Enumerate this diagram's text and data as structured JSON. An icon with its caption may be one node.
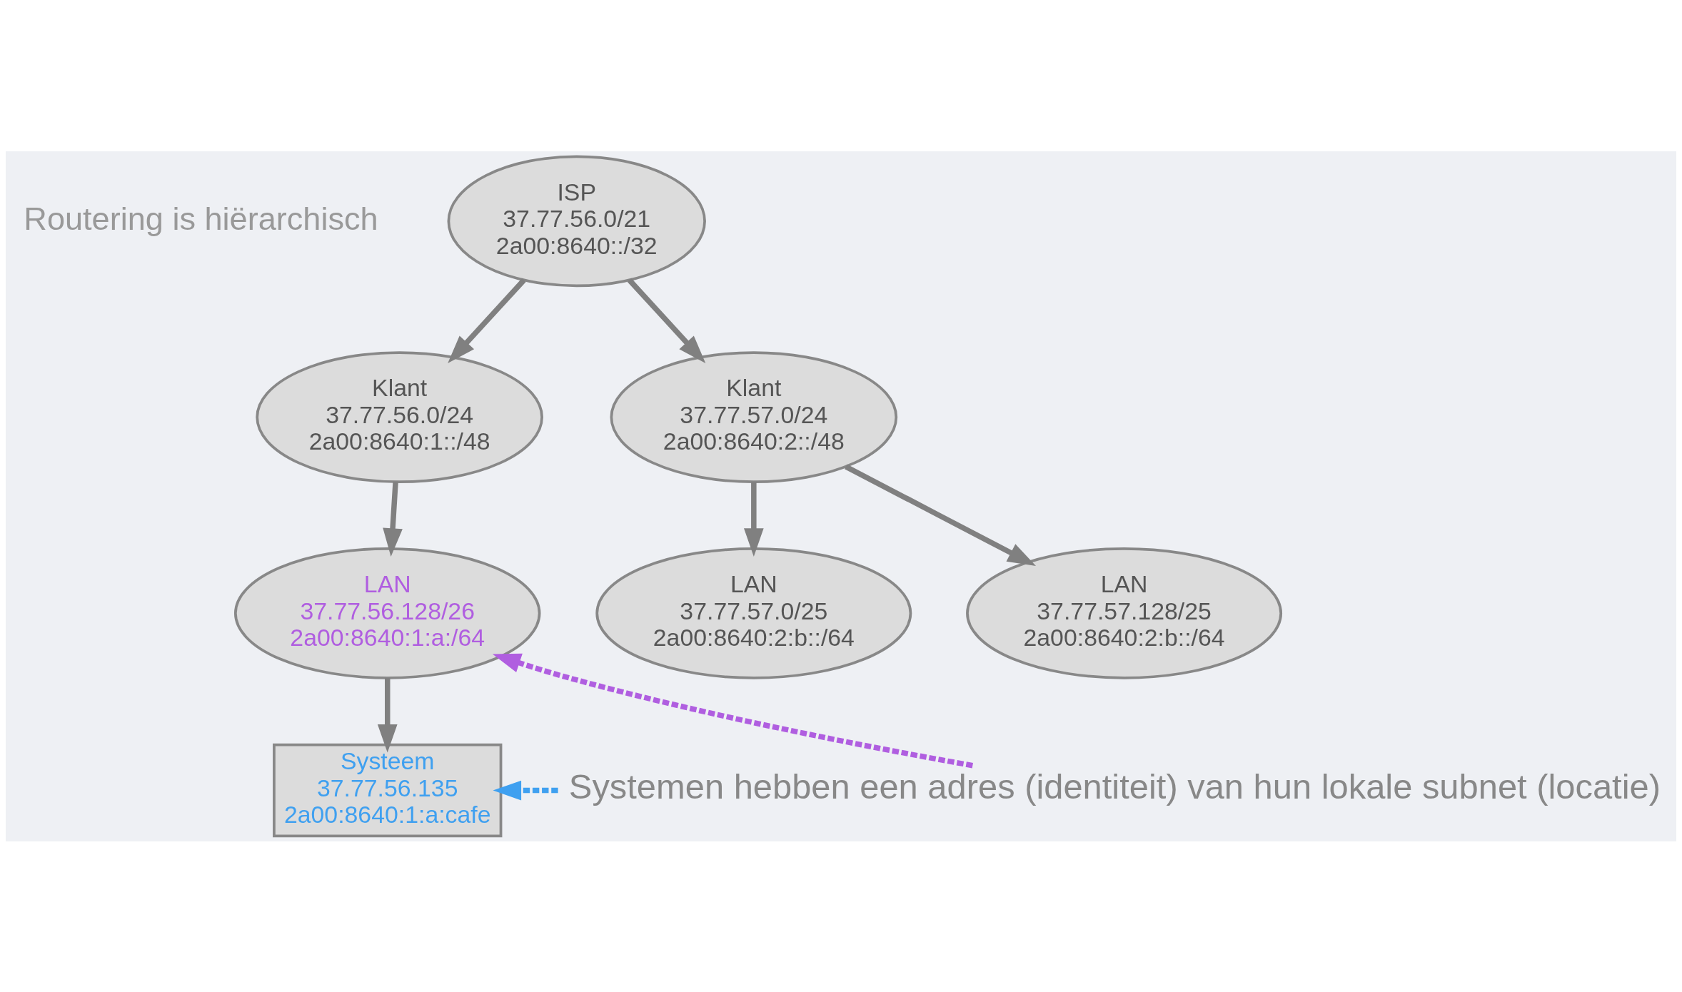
{
  "diagram": {
    "nodes": [
      {
        "text": [
          "ISP",
          "37.77.56.0/21",
          "2a00:8640::/32"
        ]
      },
      {
        "text": [
          "Klant",
          "37.77.56.0/24",
          "2a00:8640:1::/48"
        ]
      },
      {
        "text": [
          "Klant",
          "37.77.57.0/24",
          "2a00:8640:2::/48"
        ]
      },
      {
        "text": [
          "LAN",
          "37.77.56.128/26",
          "2a00:8640:1:a:/64"
        ]
      },
      {
        "text": [
          "LAN",
          "37.77.57.0/25",
          "2a00:8640:2:b::/64"
        ]
      },
      {
        "text": [
          "LAN",
          "37.77.57.128/25",
          "2a00:8640:2:b::/64"
        ]
      },
      {
        "text": [
          "Systeem",
          "37.77.56.135",
          "2a00:8640:1:a:cafe"
        ]
      },
      {
        "text": [
          "Systemen hebben een adres (identiteit) van hun lokale subnet (locatie)"
        ]
      }
    ],
    "edges": [
      {
        "from": 0,
        "to": 1,
        "arrow": "to"
      },
      {
        "from": 0,
        "to": 2,
        "arrow": "to"
      },
      {
        "from": 1,
        "to": 3,
        "arrow": "to"
      },
      {
        "from": 2,
        "to": 4,
        "arrow": "to"
      },
      {
        "from": 2,
        "to": 5,
        "arrow": "to"
      },
      {
        "from": 3,
        "to": 6,
        "arrow": "to"
      },
      {
        "from": 7,
        "to": 3,
        "arrow": "to",
        "style": "dashed",
        "color": "#b05ee0"
      },
      {
        "from": 7,
        "to": 6,
        "arrow": "to",
        "style": "dashed",
        "color": "#3fa0f0"
      }
    ],
    "labels": [
      "Routering is hiërarchisch"
    ]
  }
}
